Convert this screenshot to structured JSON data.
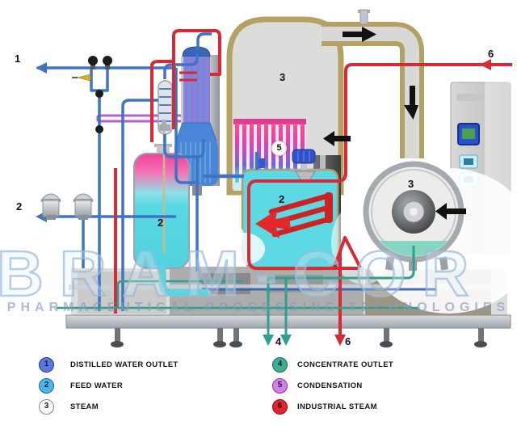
{
  "watermark": {
    "brand": "BRAM-COR",
    "tagline": "PHARMACEUTICAL PROCESSING TECHNOLOGIES"
  },
  "flow_labels": {
    "distilled_water_outlet": "1",
    "feed_water_inlet": "2",
    "steam_dome": "3",
    "steam_separator": "3",
    "feed_tank": "2",
    "evaporator_vessel": "2",
    "condensation": "5",
    "concentrate_outlet": "4",
    "industrial_steam_top": "6",
    "industrial_steam_bottom": "6"
  },
  "legend": {
    "items": [
      {
        "num": "1",
        "label": "DISTILLED WATER OUTLET",
        "color": "#5b78dd"
      },
      {
        "num": "2",
        "label": "FEED WATER",
        "color": "#49b5ea"
      },
      {
        "num": "3",
        "label": "STEAM",
        "color": "#f7f7f7"
      },
      {
        "num": "4",
        "label": "CONCENTRATE OUTLET",
        "color": "#3fae92"
      },
      {
        "num": "5",
        "label": "CONDENSATION",
        "color": "#d67fe6"
      },
      {
        "num": "6",
        "label": "INDUSTRIAL STEAM",
        "color": "#e8212f"
      }
    ]
  },
  "palette": {
    "pipe_blue": "#3f74c4",
    "pipe_red": "#d62a38",
    "pipe_teal": "#2fa08e",
    "pipe_purple": "#b45fd0",
    "vessel_cyan": "#5cd9e3",
    "vessel_pink": "#f2409a",
    "insulation_tan": "#b3a263",
    "watermark_blue": "#9cbede"
  }
}
